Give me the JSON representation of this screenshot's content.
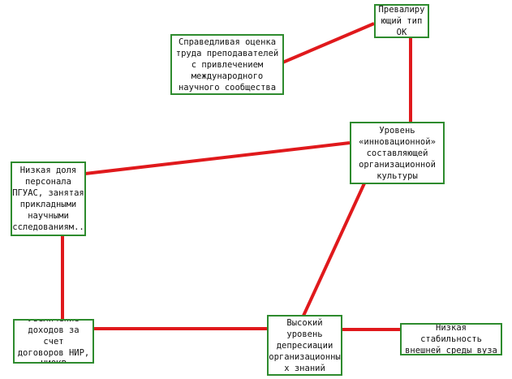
{
  "diagram": {
    "line_color": "#e0191c",
    "box_border_color": "#2e8b2e",
    "nodes": [
      {
        "id": "prevailing",
        "text": "Превалиру\nющий тип\nОК"
      },
      {
        "id": "fair",
        "text": "Справедливая оценка\nтруда преподавателей\nс привлечением\nмеждународного\nнаучного сообщества"
      },
      {
        "id": "innovation",
        "text": "Уровень\n«инновационной»\nсоставляющей\nорганизационной\nкультуры"
      },
      {
        "id": "low_share",
        "text": "Низкая доля\nперсонала\nПГУАС, занятая\nприкладными\nнаучными\nисследованиям..."
      },
      {
        "id": "income",
        "text": "Увеличение\nдоходов за счет\nдоговоров НИР,\nНИОКР"
      },
      {
        "id": "depreciation",
        "text": "Высокий\nуровень\nдепресиации\nорганизационны\nх знаний"
      },
      {
        "id": "stability",
        "text": "Низкая стабильность\nвнешней среды вуза"
      }
    ],
    "edges": [
      [
        "fair",
        "prevailing"
      ],
      [
        "prevailing",
        "innovation"
      ],
      [
        "low_share",
        "innovation"
      ],
      [
        "innovation",
        "depreciation"
      ],
      [
        "low_share",
        "income"
      ],
      [
        "income",
        "depreciation"
      ],
      [
        "depreciation",
        "stability"
      ]
    ]
  }
}
